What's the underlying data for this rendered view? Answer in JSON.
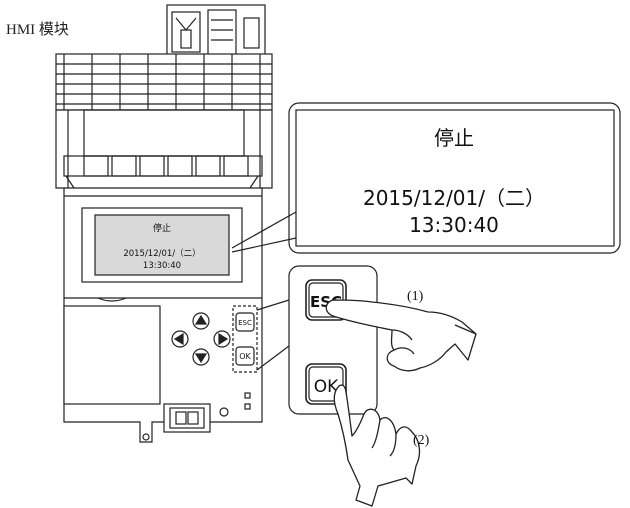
{
  "figure": {
    "title": "HMI 模块",
    "callout": {
      "line1": "停止",
      "line2": "2015/12/01/（二）",
      "line3": "13:30:40"
    },
    "device_display": {
      "line1": "停止",
      "line2": "2015/12/01/（二）",
      "line3": "13:30:40"
    },
    "keys": {
      "esc": "ESC",
      "ok": "OK"
    },
    "steps": {
      "step1": "(1)",
      "step2": "(2)"
    }
  }
}
